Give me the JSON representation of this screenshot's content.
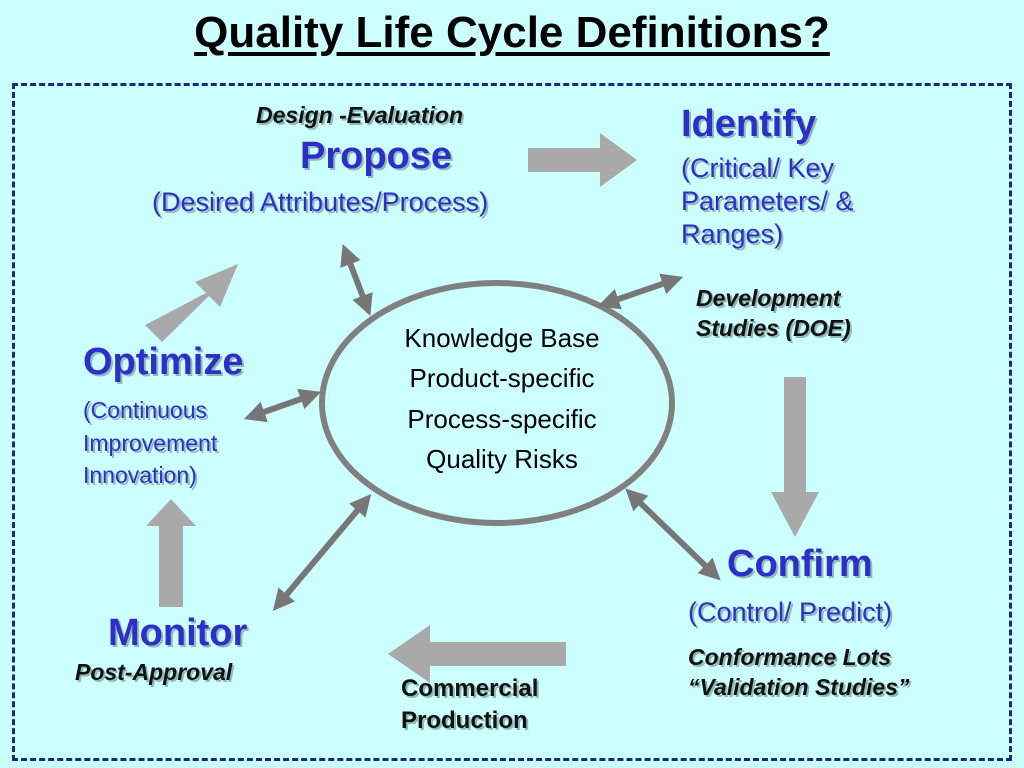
{
  "title": "Quality Life Cycle Definitions?",
  "propose": {
    "note": "Design -Evaluation",
    "heading": "Propose",
    "detail": "(Desired Attributes/Process)"
  },
  "identify": {
    "heading": "Identify",
    "detail_lines": [
      "(Critical/ Key",
      "Parameters/ &",
      "Ranges)"
    ],
    "note_lines": [
      "Development",
      "Studies (DOE)"
    ]
  },
  "confirm": {
    "heading": "Confirm",
    "detail": "(Control/ Predict)",
    "note_lines": [
      "Conformance Lots",
      "“Validation Studies”"
    ]
  },
  "production": {
    "lines": [
      "Commercial",
      "Production"
    ]
  },
  "monitor": {
    "heading": "Monitor",
    "note": "Post-Approval"
  },
  "optimize": {
    "heading": "Optimize",
    "detail_lines": [
      "(Continuous",
      "Improvement",
      "Innovation)"
    ]
  },
  "knowledge_base": {
    "lines": [
      "Knowledge Base",
      "Product-specific",
      "Process-specific",
      "Quality Risks"
    ]
  },
  "colors": {
    "background": "#ccffff",
    "heading_blue": "#2e2ec8",
    "frame_border": "#1a2a7a",
    "arrow_gray": "#a9a9a9",
    "connector_gray": "#777777"
  }
}
